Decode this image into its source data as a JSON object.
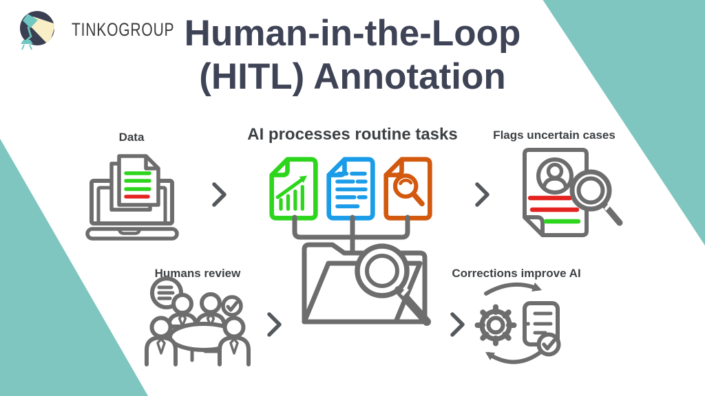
{
  "brand": {
    "name": "TINKOGROUP",
    "logo_icon": "desk-lamp-icon"
  },
  "title": {
    "line1": "Human-in-the-Loop",
    "line2": "(HITL) Annotation"
  },
  "flow": {
    "steps": [
      {
        "id": "data",
        "label": "Data",
        "icon": "laptop-documents-icon"
      },
      {
        "id": "ai-processes",
        "label": "AI processes routine tasks",
        "icon": "ai-documents-icon"
      },
      {
        "id": "flags-uncertain",
        "label": "Flags uncertain cases",
        "icon": "flagged-document-magnifier-icon"
      },
      {
        "id": "humans-review",
        "label": "Humans review",
        "icon": "team-meeting-icon"
      },
      {
        "id": "corrections",
        "label": "Corrections improve AI",
        "icon": "gear-checklist-cycle-icon"
      }
    ],
    "hub_icon": "folder-magnifier-icon",
    "arrow_icon": "chevron-right-icon"
  },
  "colors": {
    "accent_teal": "#7fc6c0",
    "title_navy": "#3e4356",
    "icon_gray": "#6d6d6d",
    "doc_green": "#2ed51d",
    "doc_blue": "#1b9ce8",
    "doc_orange": "#d2590e",
    "line_red": "#e42320",
    "logo_navy": "#3a3f52",
    "logo_cream": "#f8efc7"
  }
}
